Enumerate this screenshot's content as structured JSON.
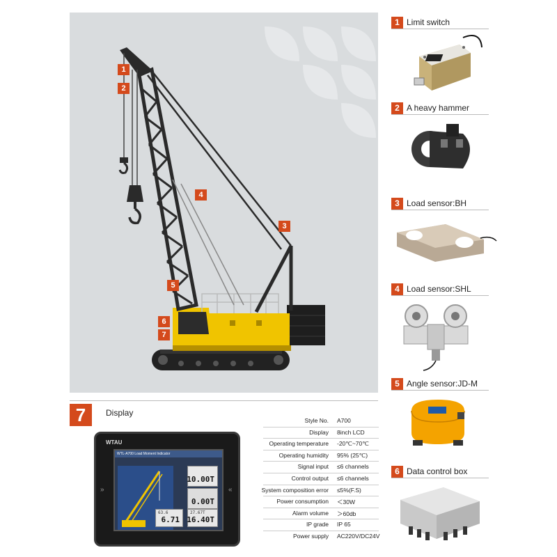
{
  "markers": [
    "1",
    "2",
    "3",
    "4",
    "5",
    "6",
    "7"
  ],
  "components": [
    {
      "num": "1",
      "title": "Limit switch"
    },
    {
      "num": "2",
      "title": "A heavy hammer"
    },
    {
      "num": "3",
      "title": "Load sensor:BH"
    },
    {
      "num": "4",
      "title": "Load sensor:SHL"
    },
    {
      "num": "5",
      "title": "Angle sensor:JD-M"
    },
    {
      "num": "6",
      "title": "Data control box"
    }
  ],
  "display": {
    "num": "7",
    "title": "Display",
    "brand": "WTAU",
    "screen_bar": "WTL-A700 Load Moment Indicator",
    "readouts": [
      "10.00T",
      "0.00T",
      "6.71",
      "16.40T"
    ],
    "readout_tops": [
      "",
      "",
      "63.6",
      "27.67T"
    ]
  },
  "specs": [
    {
      "label": "Style No.",
      "value": "A700"
    },
    {
      "label": "Display",
      "value": "8inch LCD"
    },
    {
      "label": "Operating temperature",
      "value": "-20℃~70℃"
    },
    {
      "label": "Operating humidity",
      "value": "95% (25℃)"
    },
    {
      "label": "Signal input",
      "value": "≤6 channels"
    },
    {
      "label": "Control output",
      "value": "≤6 channels"
    },
    {
      "label": "System composition error",
      "value": "≤5%(F.S)"
    },
    {
      "label": "Power consumption",
      "value": "＜30W"
    },
    {
      "label": "Alarm volume",
      "value": "＞60db"
    },
    {
      "label": "IP grade",
      "value": "IP 65"
    },
    {
      "label": "Power supply",
      "value": "AC220V/DC24V"
    }
  ],
  "colors": {
    "accent": "#d44a1c",
    "crane_body": "#f0c400",
    "crane_lattice": "#2a2a2a",
    "panel_bg": "#d9dcde"
  }
}
